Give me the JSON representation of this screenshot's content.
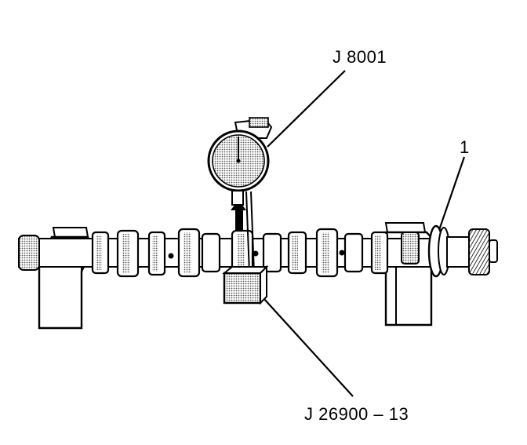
{
  "labels": {
    "dial_gauge": "J 8001",
    "item_1": "1",
    "gauge_base": "J 26900 – 13"
  },
  "colors": {
    "ink": "#000000",
    "paper": "#ffffff",
    "shade": "#6f6f6f",
    "light_shade": "#cfcfcf"
  },
  "icons": {
    "diagram": "camshaft-runout-check-illustration"
  }
}
